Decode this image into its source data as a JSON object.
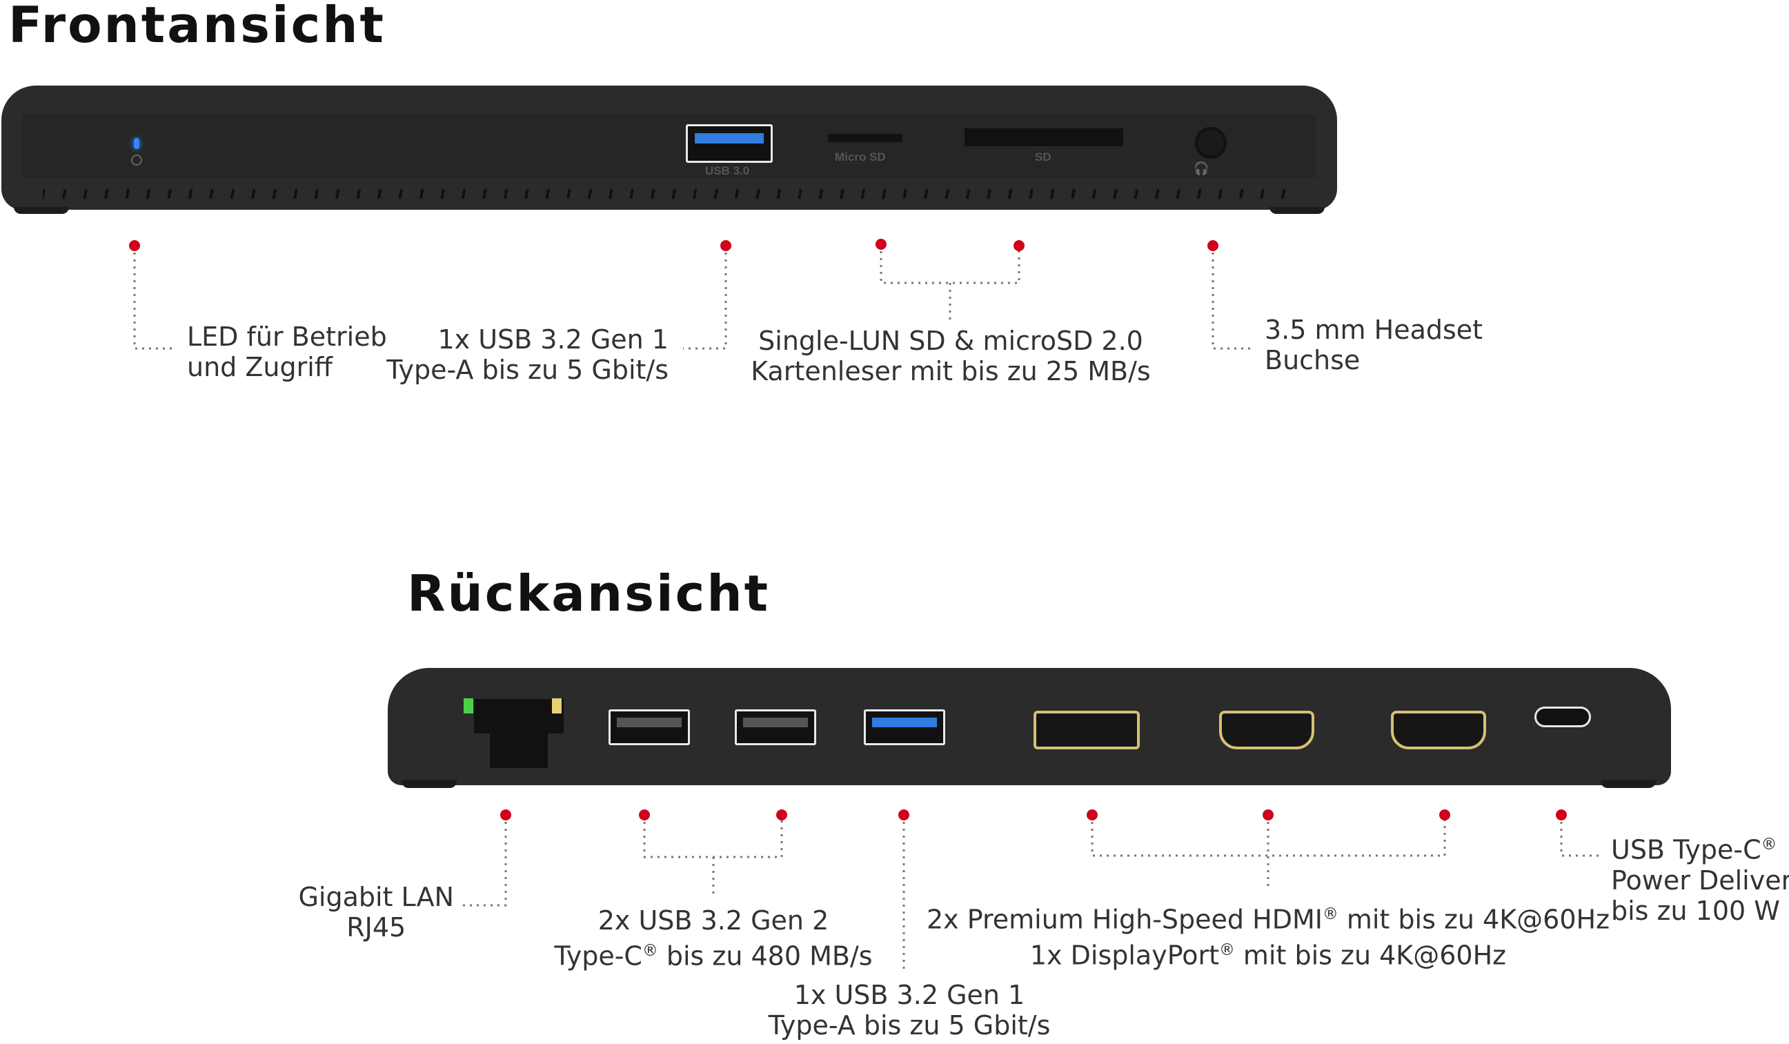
{
  "front": {
    "title": "Frontansicht",
    "port_prints": {
      "usb": "USB 3.0",
      "microsd": "Micro SD",
      "sd": "SD"
    },
    "labels": [
      {
        "line1": "LED für Betrieb",
        "line2": "und Zugriff"
      },
      {
        "line1": "1x USB 3.2 Gen 1",
        "line2": "Type-A bis zu 5 Gbit/s"
      },
      {
        "line1": "Single-LUN SD & microSD 2.0",
        "line2": "Kartenleser mit bis zu 25 MB/s"
      },
      {
        "line1": "3.5 mm Headset",
        "line2": "Buchse"
      }
    ]
  },
  "back": {
    "title": "Rückansicht",
    "labels": [
      {
        "line1": "Gigabit LAN",
        "line2": "RJ45"
      },
      {
        "line1": "2x USB 3.2 Gen 2",
        "line2a": "Type-C",
        "sup": "®",
        "line2b": " bis zu 480 MB/s"
      },
      {
        "line1": "1x USB 3.2 Gen 1",
        "line2": "Type-A bis zu 5 Gbit/s"
      },
      {
        "line1a": "2x Premium High-Speed HDMI",
        "sup1": "®",
        "line1b": " mit bis zu 4K@60Hz",
        "line2a": "1x DisplayPort",
        "sup2": "®",
        "line2b": " mit bis zu 4K@60Hz"
      },
      {
        "line1a": "USB Type-C",
        "sup": "®",
        "line2": "Power Delivery",
        "line3": "bis zu 100 W"
      }
    ]
  },
  "colors": {
    "marker": "#d0021b",
    "led": "#2a8cff",
    "usb_blue": "#2f7de0",
    "gold": "#d8c070"
  }
}
